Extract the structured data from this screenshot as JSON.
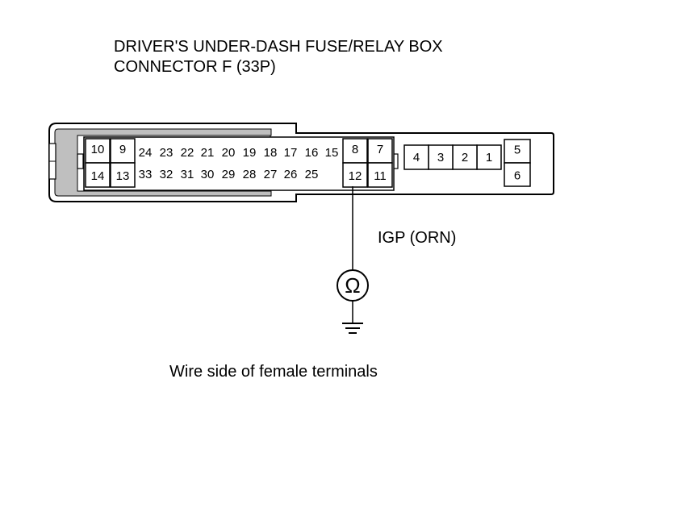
{
  "title": {
    "line1": "DRIVER'S UNDER-DASH FUSE/RELAY BOX",
    "line2": "CONNECTOR F (33P)"
  },
  "connector": {
    "pins": [
      "1",
      "2",
      "3",
      "4",
      "5",
      "6",
      "7",
      "8",
      "9",
      "10",
      "11",
      "12",
      "13",
      "14",
      "15",
      "16",
      "17",
      "18",
      "19",
      "20",
      "21",
      "22",
      "23",
      "24",
      "25",
      "26",
      "27",
      "28",
      "29",
      "30",
      "31",
      "32",
      "33"
    ]
  },
  "wire_label": "IGP (ORN)",
  "ohmmeter_symbol": "Ω",
  "caption": "Wire side of female terminals",
  "icons": {
    "meter": "ohmmeter-icon",
    "ground": "ground-icon"
  }
}
